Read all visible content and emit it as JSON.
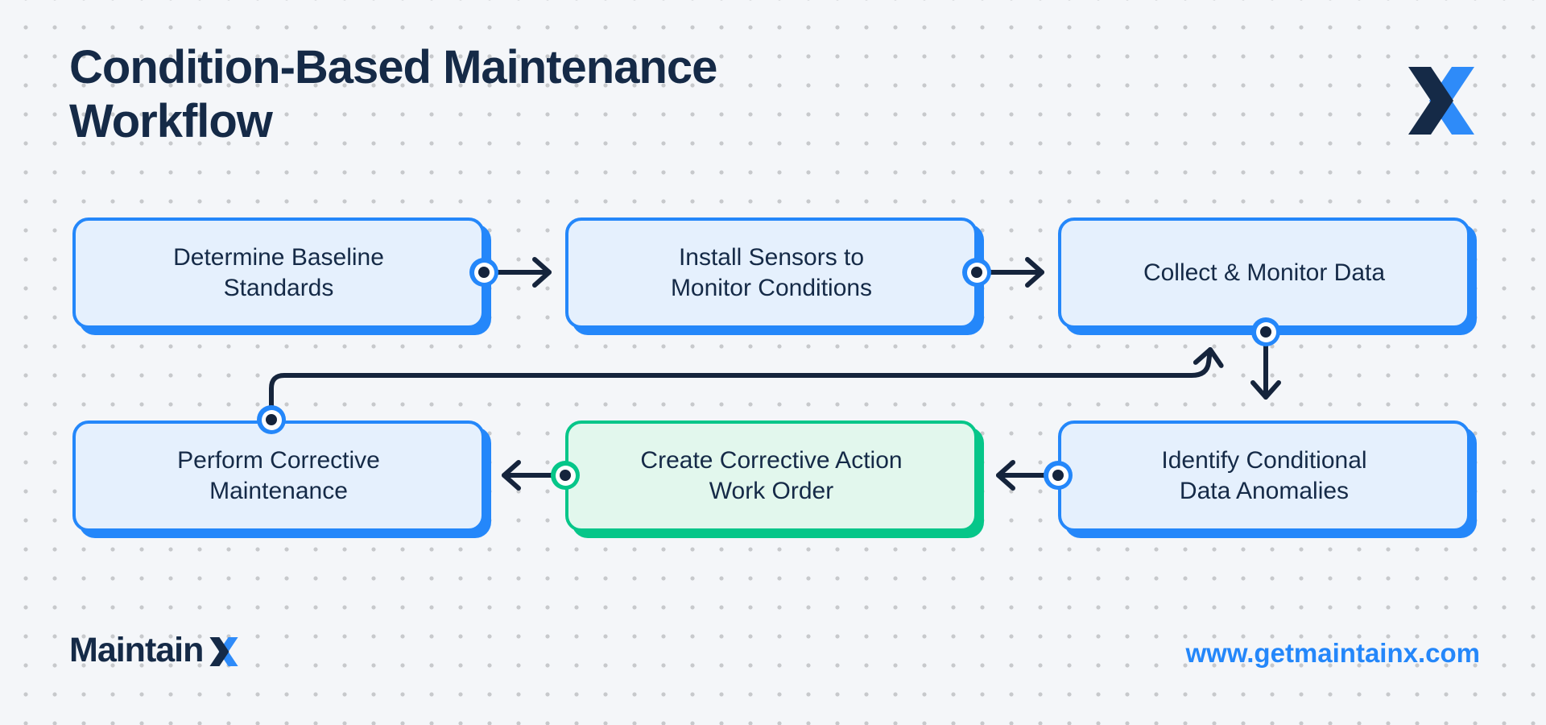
{
  "header": {
    "title_line1": "Condition-Based Maintenance",
    "title_line2": "Workflow"
  },
  "flow": {
    "boxes": [
      {
        "id": "determine-baseline-standards",
        "label": "Determine Baseline\nStandards",
        "variant": "blue"
      },
      {
        "id": "install-sensors-to-monitor-conditions",
        "label": "Install Sensors to\nMonitor Conditions",
        "variant": "blue"
      },
      {
        "id": "collect-monitor-data",
        "label": "Collect & Monitor Data",
        "variant": "blue"
      },
      {
        "id": "perform-corrective-maintenance",
        "label": "Perform Corrective\nMaintenance",
        "variant": "blue"
      },
      {
        "id": "create-corrective-action-work-order",
        "label": "Create Corrective Action\nWork Order",
        "variant": "green"
      },
      {
        "id": "identify-conditional-data-anomalies",
        "label": "Identify Conditional\nData Anomalies",
        "variant": "blue"
      }
    ],
    "connections": [
      "determine-baseline-standards -> install-sensors-to-monitor-conditions",
      "install-sensors-to-monitor-conditions -> collect-monitor-data",
      "collect-monitor-data -> identify-conditional-data-anomalies",
      "identify-conditional-data-anomalies -> create-corrective-action-work-order",
      "create-corrective-action-work-order -> perform-corrective-maintenance",
      "perform-corrective-maintenance -> collect-monitor-data"
    ]
  },
  "footer": {
    "wordmark": "Maintain",
    "url": "www.getmaintainx.com"
  },
  "colors": {
    "brand_blue": "#2487FA",
    "brand_navy": "#152A47",
    "arrow_navy": "#15243C",
    "green": "#06C689",
    "light_blue_fill": "#E5F0FD",
    "light_green_fill": "#E2F7ED",
    "background": "#F4F6F9",
    "dot_grid": "#C7C9CC"
  }
}
